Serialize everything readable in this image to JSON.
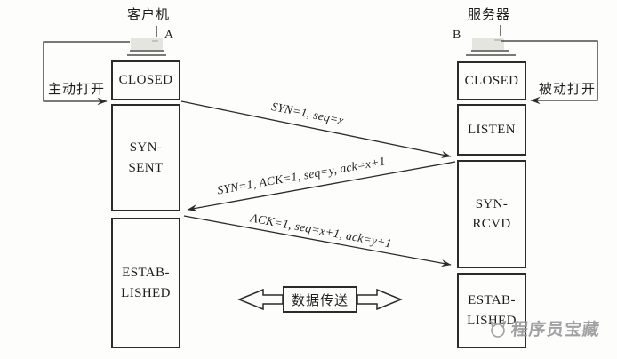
{
  "client": {
    "title": "客户机",
    "node": "A",
    "open_action": "主动打开",
    "states": {
      "closed": "CLOSED",
      "syn_sent": [
        "SYN-",
        "SENT"
      ],
      "established": [
        "ESTAB-",
        "LISHED"
      ]
    }
  },
  "server": {
    "title": "服务器",
    "node": "B",
    "open_action": "被动打开",
    "states": {
      "closed": "CLOSED",
      "listen": "LISTEN",
      "syn_rcvd": [
        "SYN-",
        "RCVD"
      ],
      "established": [
        "ESTAB-",
        "LISHED"
      ]
    }
  },
  "messages": {
    "syn": "SYN=1, seq=x",
    "syn_ack": "SYN=1, ACK=1, seq=y, ack=x+1",
    "ack": "ACK=1, seq=x+1, ack=y+1"
  },
  "data_transfer": "数据传送",
  "watermark": "程序员宝藏",
  "colors": {
    "ink": "#2b2b2b",
    "watermark": "#98989b",
    "background": "#fdfdfb"
  }
}
